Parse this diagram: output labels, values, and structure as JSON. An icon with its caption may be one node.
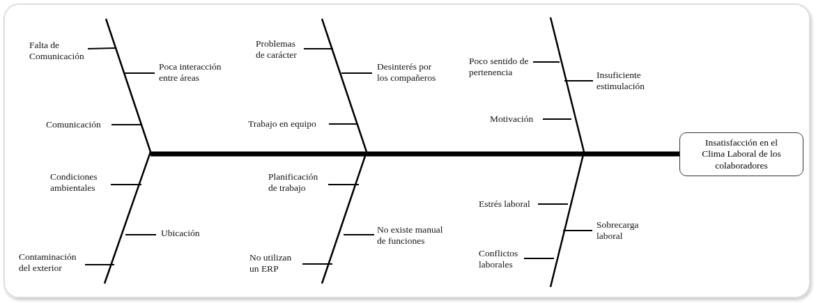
{
  "diagram": {
    "nodes": [
      {
        "text": [
          "Falta de Comunicación"
        ]
      },
      {
        "text": [
          "Poca interacción entre áreas"
        ]
      },
      {
        "text": [
          "Comunicación"
        ]
      },
      {
        "text": [
          "Problemas de carácter"
        ]
      },
      {
        "text": [
          "Desinterés por los compañeros"
        ]
      },
      {
        "text": [
          "Trabajo en equipo"
        ]
      },
      {
        "text": [
          "Poco sentido de pertenencia"
        ]
      },
      {
        "text": [
          "Insuficiente estimulación"
        ]
      },
      {
        "text": [
          "Motivación"
        ]
      },
      {
        "text": [
          "Condiciones ambientales"
        ]
      },
      {
        "text": [
          "Ubicación"
        ]
      },
      {
        "text": [
          "Contaminación del exterior"
        ]
      },
      {
        "text": [
          "Planificación de trabajo"
        ]
      },
      {
        "text": [
          "No existe manual de funciones"
        ]
      },
      {
        "text": [
          "No utilizan un ERP"
        ]
      },
      {
        "text": [
          "Estrés laboral"
        ]
      },
      {
        "text": [
          "Sobrecarga laboral"
        ]
      },
      {
        "text": [
          "Conflictos laborales"
        ]
      },
      {
        "text": [
          "Insatisfacción en el Clima Laboral de los colaboradores"
        ]
      }
    ],
    "edges": [
      {
        "from": 0,
        "to": null,
        "arrow": "none"
      },
      {
        "from": 1,
        "to": null,
        "arrow": "none"
      },
      {
        "from": 2,
        "to": null,
        "arrow": "none"
      },
      {
        "from": 3,
        "to": null,
        "arrow": "none"
      },
      {
        "from": 4,
        "to": null,
        "arrow": "none"
      },
      {
        "from": 5,
        "to": null,
        "arrow": "none"
      },
      {
        "from": 6,
        "to": null,
        "arrow": "none"
      },
      {
        "from": 7,
        "to": null,
        "arrow": "none"
      },
      {
        "from": 8,
        "to": null,
        "arrow": "none"
      },
      {
        "from": 9,
        "to": null,
        "arrow": "none"
      },
      {
        "from": 10,
        "to": null,
        "arrow": "none"
      },
      {
        "from": 11,
        "to": null,
        "arrow": "none"
      },
      {
        "from": 12,
        "to": null,
        "arrow": "none"
      },
      {
        "from": 13,
        "to": null,
        "arrow": "none"
      },
      {
        "from": 14,
        "to": null,
        "arrow": "none"
      },
      {
        "from": 15,
        "to": null,
        "arrow": "none"
      },
      {
        "from": 16,
        "to": null,
        "arrow": "none"
      },
      {
        "from": 17,
        "to": null,
        "arrow": "none"
      },
      {
        "from": null,
        "to": 18,
        "arrow": "none",
        "style": "thick"
      }
    ]
  }
}
